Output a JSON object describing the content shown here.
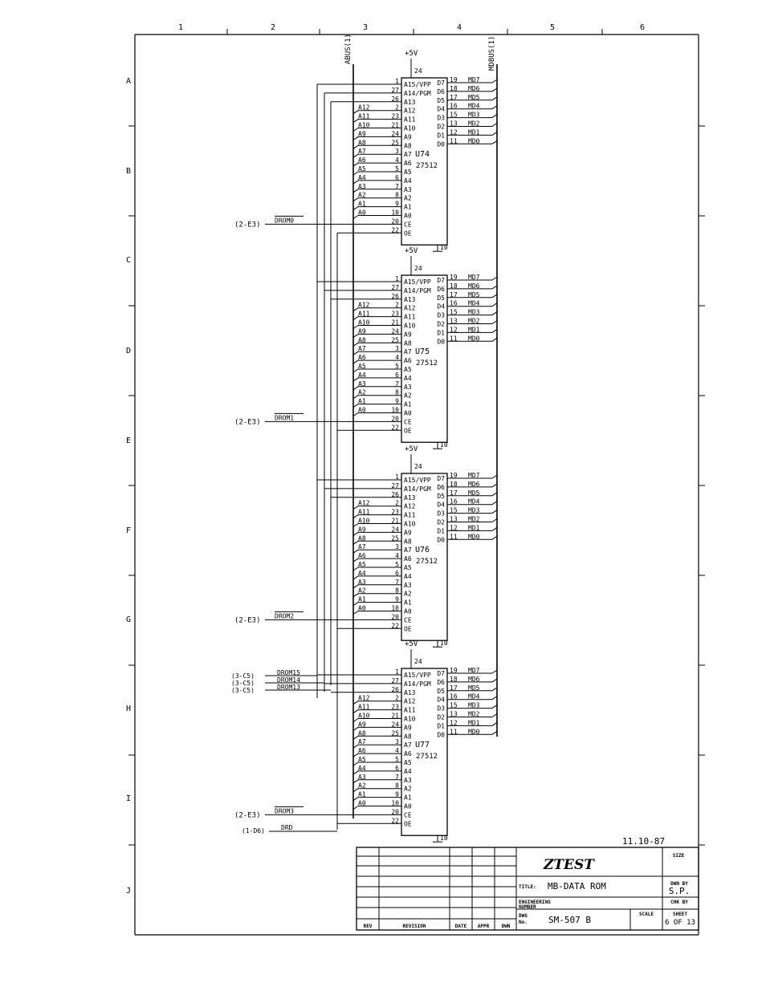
{
  "border": {
    "columns": [
      "1",
      "2",
      "3",
      "4",
      "5",
      "6"
    ],
    "rows": [
      "A",
      "B",
      "C",
      "D",
      "E",
      "F",
      "G",
      "H",
      "I",
      "J"
    ]
  },
  "buses": {
    "address": "ABUS(1)",
    "data": "MDBUS(1)"
  },
  "power": "+5V",
  "chip_pins": {
    "left": [
      {
        "num": "1",
        "name": "A15/VPP"
      },
      {
        "num": "27",
        "name": "A14/PGM"
      },
      {
        "num": "26",
        "name": "A13"
      },
      {
        "num": "2",
        "name": "A12"
      },
      {
        "num": "23",
        "name": "A11"
      },
      {
        "num": "21",
        "name": "A10"
      },
      {
        "num": "24",
        "name": "A9"
      },
      {
        "num": "25",
        "name": "A8"
      },
      {
        "num": "3",
        "name": "A7"
      },
      {
        "num": "4",
        "name": "A6"
      },
      {
        "num": "5",
        "name": "A5"
      },
      {
        "num": "6",
        "name": "A4"
      },
      {
        "num": "7",
        "name": "A3"
      },
      {
        "num": "8",
        "name": "A2"
      },
      {
        "num": "9",
        "name": "A1"
      },
      {
        "num": "10",
        "name": "A0"
      },
      {
        "num": "20",
        "name": "CE"
      },
      {
        "num": "22",
        "name": "OE"
      }
    ],
    "right": [
      {
        "num": "19",
        "name": "D7",
        "net": "MD7"
      },
      {
        "num": "18",
        "name": "D6",
        "net": "MD6"
      },
      {
        "num": "17",
        "name": "D5",
        "net": "MD5"
      },
      {
        "num": "16",
        "name": "D4",
        "net": "MD4"
      },
      {
        "num": "15",
        "name": "D3",
        "net": "MD3"
      },
      {
        "num": "13",
        "name": "D2",
        "net": "MD2"
      },
      {
        "num": "12",
        "name": "D1",
        "net": "MD1"
      },
      {
        "num": "11",
        "name": "D0",
        "net": "MD0"
      }
    ],
    "address_nets": [
      "A12",
      "A11",
      "A10",
      "A9",
      "A8",
      "A7",
      "A6",
      "A5",
      "A4",
      "A3",
      "A2",
      "A1",
      "A0"
    ],
    "vcc_pin": "24",
    "gnd_pin": "10"
  },
  "chips": [
    {
      "ref": "U74",
      "part": "27512",
      "enable_ref": "(2-E3)",
      "enable_net": "DROM0"
    },
    {
      "ref": "U75",
      "part": "27512",
      "enable_ref": "(2-E3)",
      "enable_net": "DROM1"
    },
    {
      "ref": "U76",
      "part": "27512",
      "enable_ref": "(2-E3)",
      "enable_net": "DROM2"
    },
    {
      "ref": "U77",
      "part": "27512",
      "enable_ref": "(2-E3)",
      "enable_net": "DROM3"
    }
  ],
  "bank_select": [
    {
      "ref": "(3-C5)",
      "net": "DROM15"
    },
    {
      "ref": "(3-C5)",
      "net": "DROM14"
    },
    {
      "ref": "(3-C5)",
      "net": "DROM13"
    }
  ],
  "output_enable": {
    "ref": "(1-D6)",
    "net": "DRD"
  },
  "date": "11.10-87",
  "title_block": {
    "company": "ZTEST",
    "size_label": "SIZE",
    "title_label": "TITLE:",
    "title": "MB-DATA ROM",
    "dwn_by_label": "DWN BY",
    "dwn_by": "S.P.",
    "chk_by_label": "CHK BY",
    "eng_label": "ENGINEERING NUMBER",
    "dwg_label": "DWG No.",
    "dwg_no": "SM-507 B",
    "scale_label": "SCALE",
    "sheet_label": "SHEET",
    "sheet": "6 OF 13",
    "rev_cols": [
      "REV",
      "REVISION",
      "DATE",
      "APPR",
      "DWN"
    ]
  }
}
